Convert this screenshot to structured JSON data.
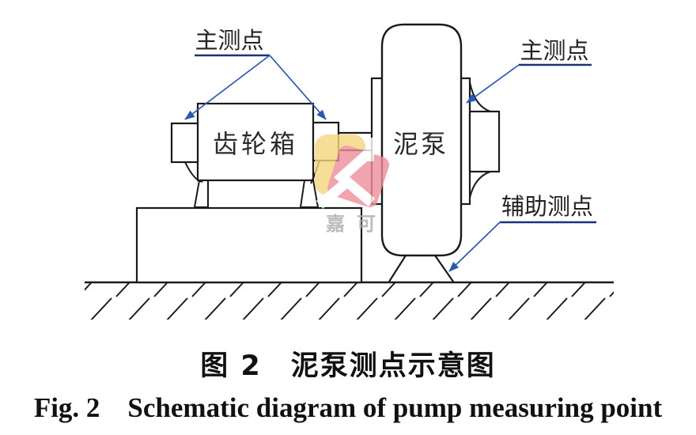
{
  "figure": {
    "caption_zh": "图 2　泥泵测点示意图",
    "caption_en": "Fig. 2　Schematic diagram of pump measuring point"
  },
  "diagram": {
    "gearbox_label": "齿轮箱",
    "pump_label": "泥泵",
    "main_point_left_label": "主测点",
    "main_point_right_label": "主测点",
    "aux_point_label": "辅助测点",
    "colors": {
      "diagram_line": "#1a1a1a",
      "leader_blue": "#2e57b2",
      "underline_blue": "#17357e",
      "watermark_yellow": "#f6d77d",
      "watermark_pink": "#ef8e9b",
      "watermark_text_gray": "#ababab"
    }
  },
  "watermark": {
    "text": "嘉可"
  }
}
